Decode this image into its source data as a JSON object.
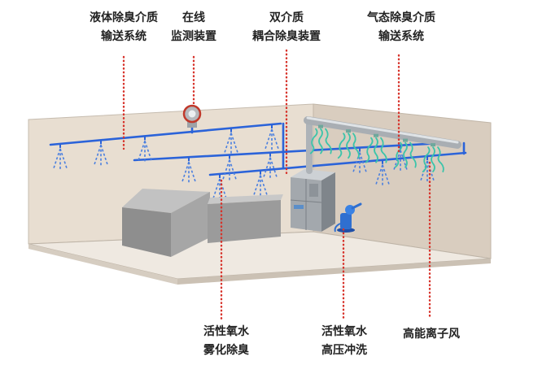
{
  "labels": {
    "liquid_delivery": {
      "line1": "液体除臭介质",
      "line2": "输送系统"
    },
    "online_monitor": {
      "line1": "在线",
      "line2": "监测装置"
    },
    "dual_medium": {
      "line1": "双介质",
      "line2": "耦合除臭装置"
    },
    "gas_delivery": {
      "line1": "气态除臭介质",
      "line2": "输送系统"
    },
    "atomize": {
      "line1": "活性氧水",
      "line2": "雾化除臭"
    },
    "high_pressure_wash": {
      "line1": "活性氧水",
      "line2": "高压冲洗"
    },
    "ion_wind": {
      "line1": "高能离子风"
    }
  },
  "colors": {
    "leader": "#d7332b",
    "water_pipe": "#2b63d9",
    "air_flow": "#3cc4aa"
  }
}
